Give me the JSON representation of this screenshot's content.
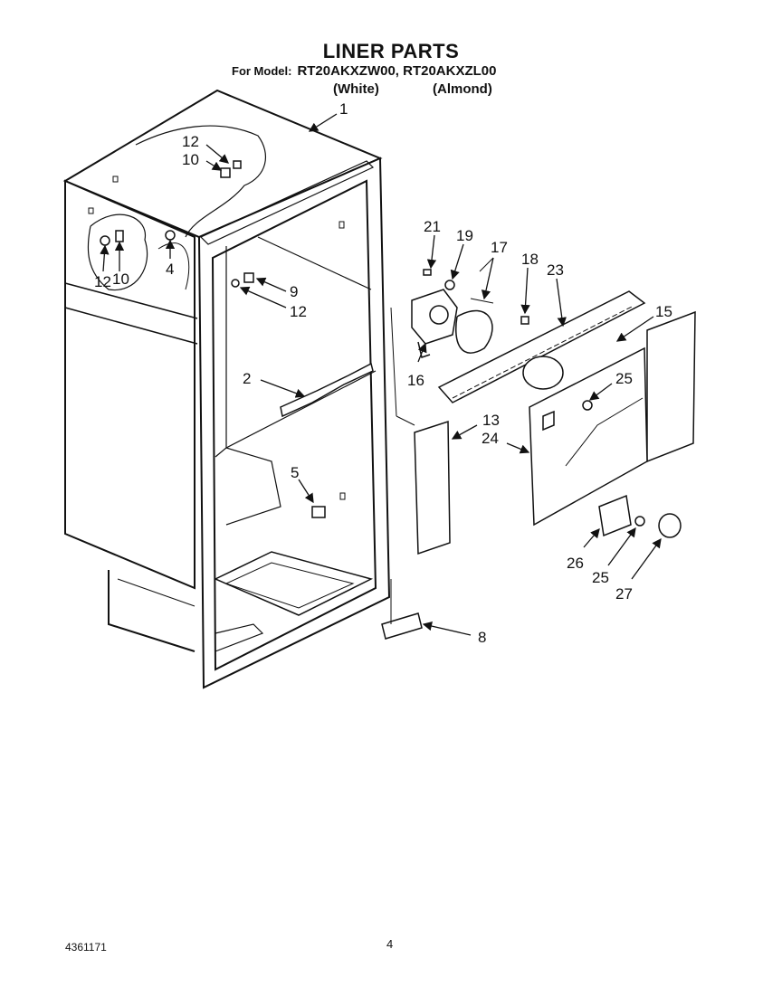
{
  "header": {
    "title": "LINER PARTS",
    "model_label": "For Model:",
    "models": "RT20AKXZW00, RT20AKXZL00",
    "variant_white": "(White)",
    "variant_almond": "(Almond)"
  },
  "callouts": {
    "c1": "1",
    "c2": "2",
    "c4": "4",
    "c5": "5",
    "c8": "8",
    "c9": "9",
    "c10a": "10",
    "c10b": "10",
    "c12a": "12",
    "c12b": "12",
    "c12c": "12",
    "c13": "13",
    "c15": "15",
    "c16": "16",
    "c17": "17",
    "c18": "18",
    "c19": "19",
    "c21": "21",
    "c23": "23",
    "c24": "24",
    "c25a": "25",
    "c25b": "25",
    "c26": "26",
    "c27": "27"
  },
  "footer": {
    "doc_number": "4361171",
    "page_number": "4"
  }
}
